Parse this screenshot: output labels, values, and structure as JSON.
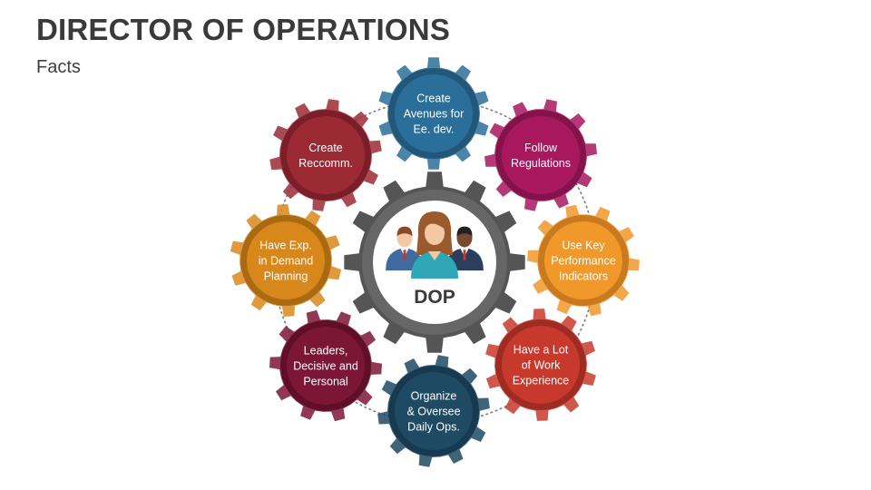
{
  "header": {
    "title": "DIRECTOR OF OPERATIONS",
    "subtitle": "Facts"
  },
  "center": {
    "label": "DOP",
    "icon": "people-group-icon",
    "color": "#555555"
  },
  "gears": [
    {
      "id": "create-avenues",
      "lines": [
        "Create",
        "Avenues for",
        "Ee. dev."
      ],
      "color": "#2a6f9a",
      "ring": "#23577a"
    },
    {
      "id": "follow-regulations",
      "lines": [
        "Follow",
        "Regulations"
      ],
      "color": "#a7185f",
      "ring": "#84134b"
    },
    {
      "id": "use-kpi",
      "lines": [
        "Use Key",
        "Performance",
        "Indicators"
      ],
      "color": "#f0992a",
      "ring": "#c97a1e"
    },
    {
      "id": "work-experience",
      "lines": [
        "Have a Lot",
        "of Work",
        "Experience"
      ],
      "color": "#c8392d",
      "ring": "#9e2c22"
    },
    {
      "id": "organize-oversee",
      "lines": [
        "Organize",
        "& Oversee",
        "Daily Ops."
      ],
      "color": "#1f4a64",
      "ring": "#173a50"
    },
    {
      "id": "leaders",
      "lines": [
        "Leaders,",
        "Decisive and",
        "Personal"
      ],
      "color": "#7b1636",
      "ring": "#5f0f29"
    },
    {
      "id": "demand-planning",
      "lines": [
        "Have Exp.",
        "in Demand",
        "Planning"
      ],
      "color": "#d8881a",
      "ring": "#aa6a12"
    },
    {
      "id": "create-reccomm",
      "lines": [
        "Create",
        "Reccomm."
      ],
      "color": "#9b2a35",
      "ring": "#7a1f29"
    }
  ]
}
